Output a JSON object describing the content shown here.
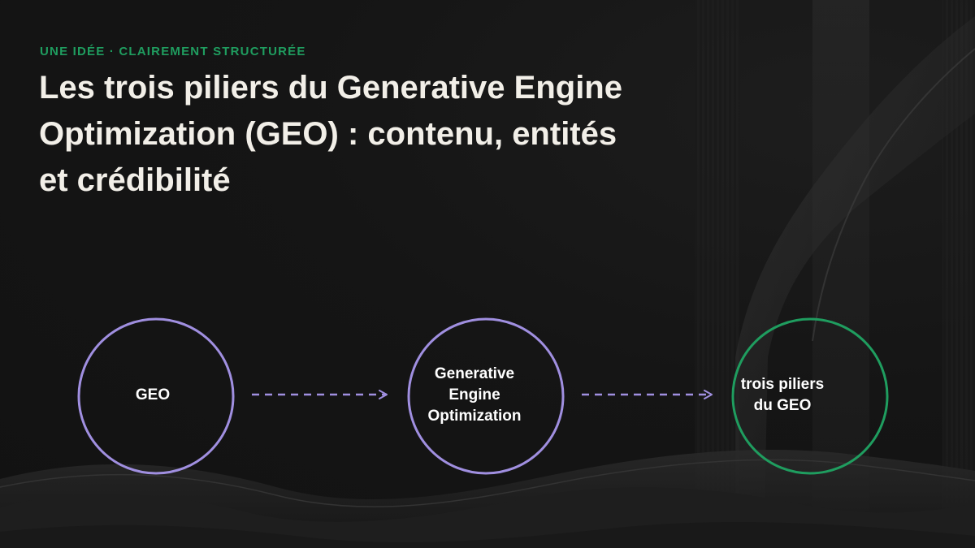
{
  "eyebrow": "UNE IDÉE · CLAIREMENT STRUCTURÉE",
  "title": "Les trois piliers du Generative Engine Optimization (GEO) : contenu, entités et crédibilité",
  "nodes": [
    {
      "lines": [
        "GEO"
      ],
      "border_color": "#a08fe0"
    },
    {
      "lines": [
        "Generative",
        "Engine",
        "Optimization"
      ],
      "border_color": "#a08fe0"
    },
    {
      "lines": [
        "trois piliers",
        "du GEO"
      ],
      "border_color": "#1f9d5f"
    }
  ],
  "connectors": [
    {
      "from": 0,
      "to": 1,
      "style": "dashed",
      "color": "#a08fe0"
    },
    {
      "from": 1,
      "to": 2,
      "style": "dashed",
      "color": "#a08fe0"
    }
  ],
  "colors": {
    "background": "#141414",
    "accent_green": "#1f9d5f",
    "accent_purple": "#a08fe0",
    "title_text": "#f2efe8"
  }
}
